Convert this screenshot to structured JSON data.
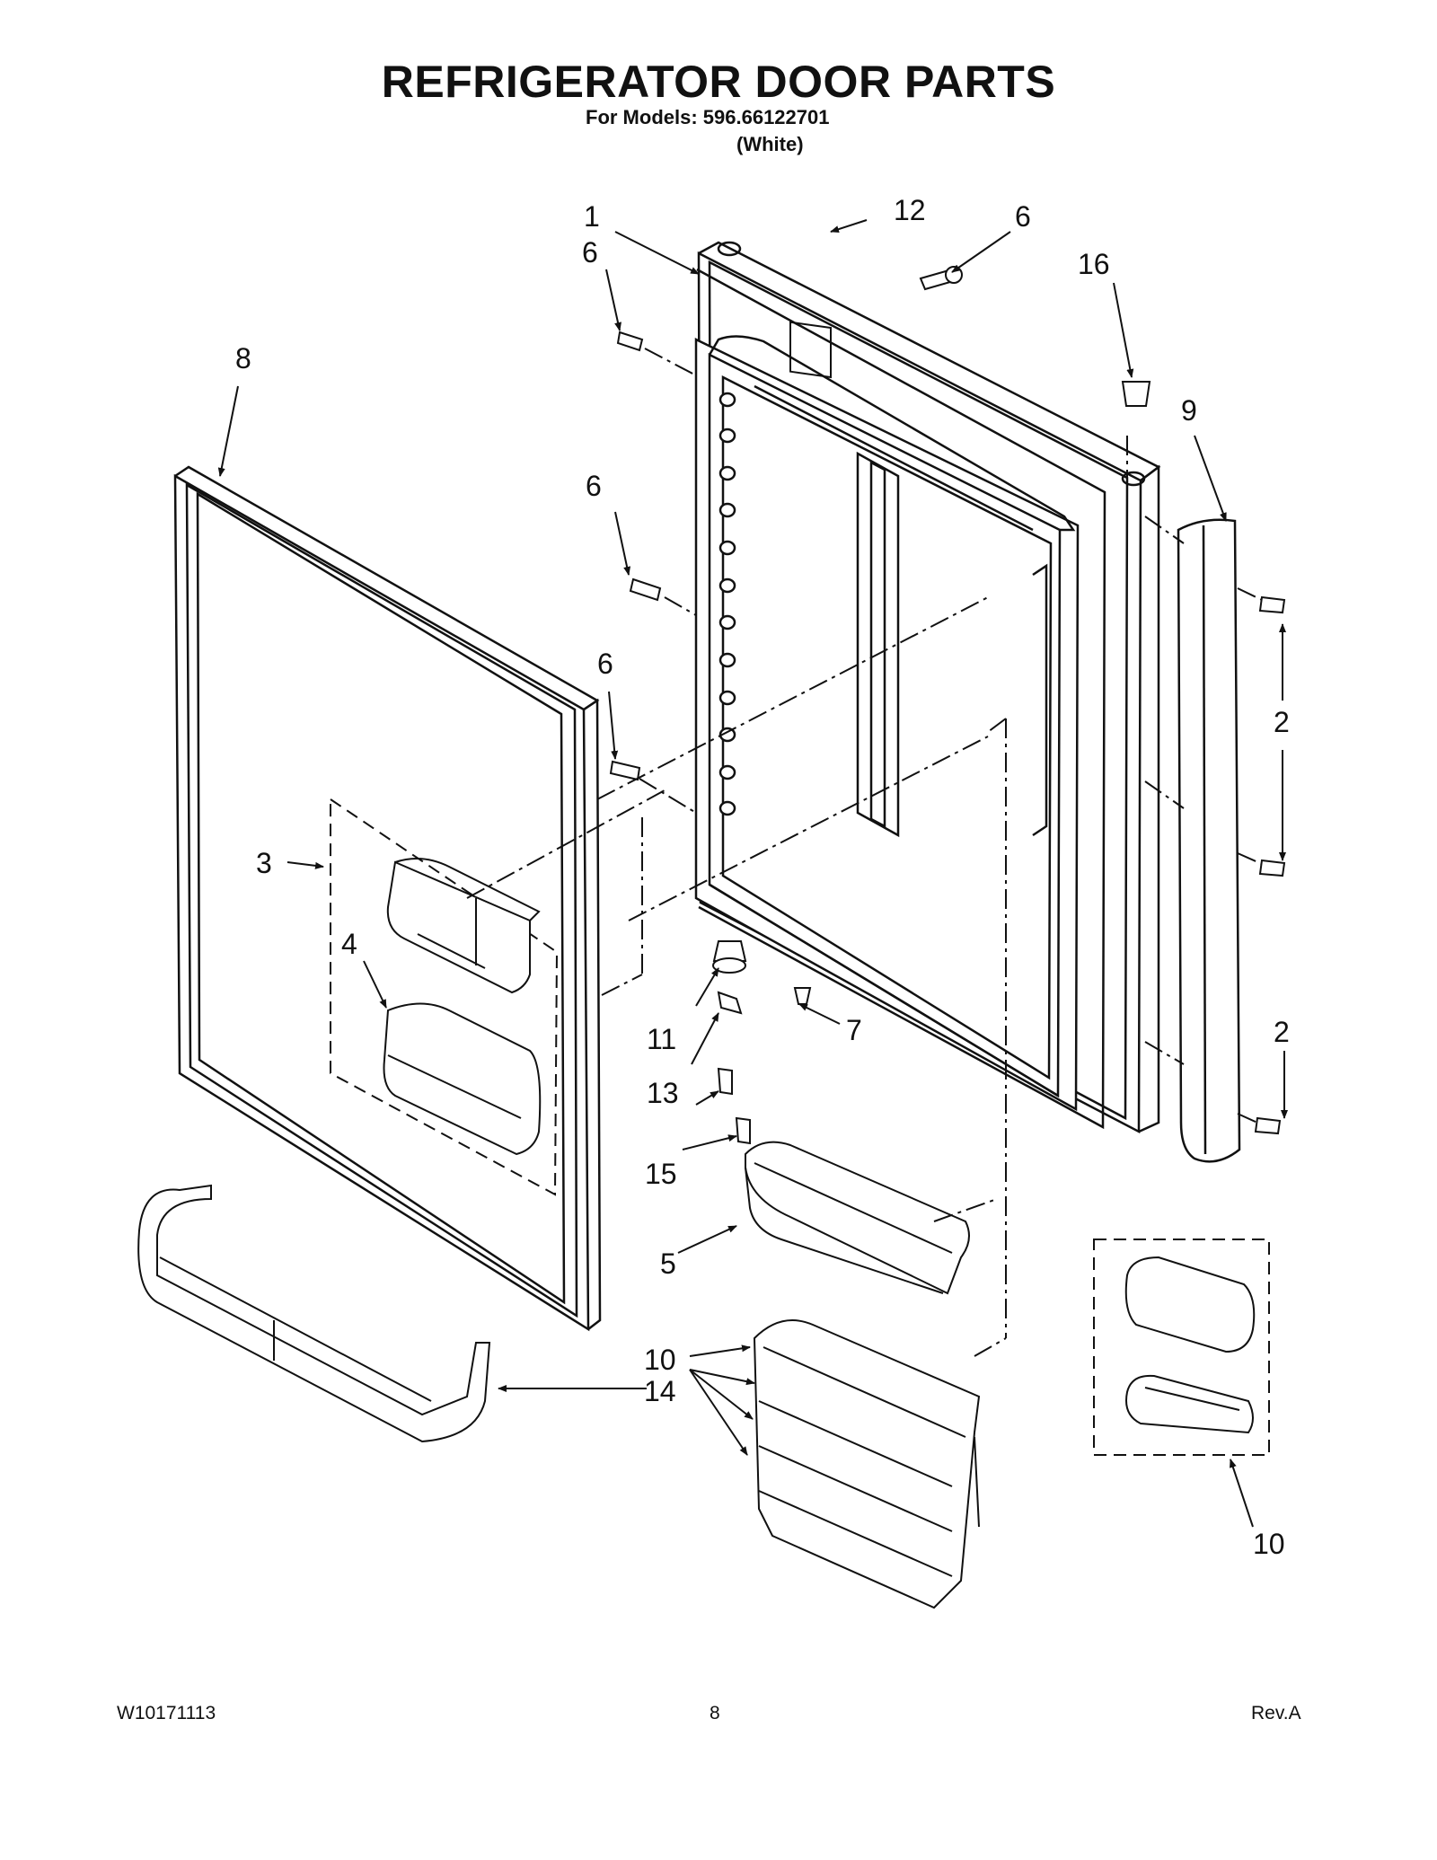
{
  "header": {
    "title": "REFRIGERATOR DOOR PARTS",
    "models_line": "For Models: 596.66122701",
    "color_line": "(White)"
  },
  "callouts": {
    "c1": "1",
    "c12": "12",
    "c6a": "6",
    "c6b": "6",
    "c16": "16",
    "c8": "8",
    "c9": "9",
    "c6c": "6",
    "c6d": "6",
    "c3": "3",
    "c4": "4",
    "c2a": "2",
    "c2b": "2",
    "c11": "11",
    "c7": "7",
    "c13": "13",
    "c15": "15",
    "c5": "5",
    "c10a": "10",
    "c14": "14",
    "c10b": "10"
  },
  "footer": {
    "doc_number": "W10171113",
    "page_number": "8",
    "revision": "Rev.A"
  }
}
